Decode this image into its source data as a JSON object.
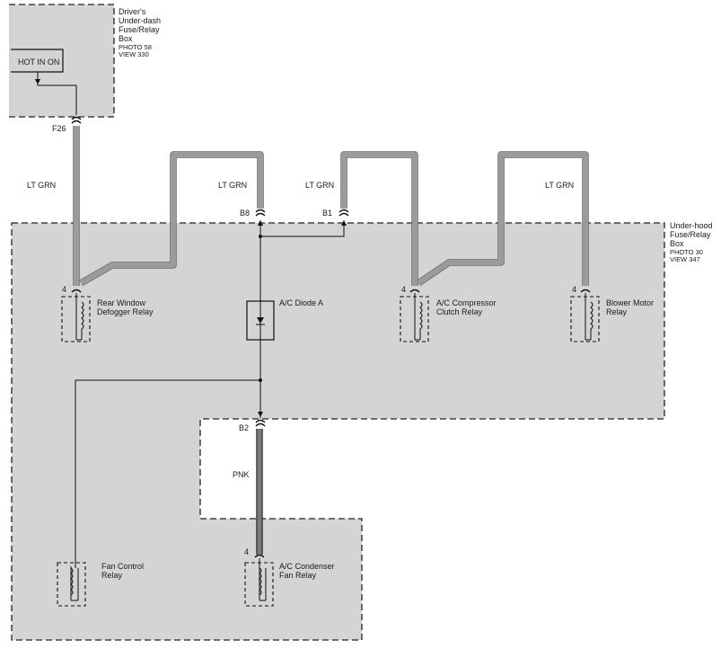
{
  "boxes": {
    "underdash": {
      "lines": [
        "Driver's",
        "Under-dash",
        "Fuse/Relay",
        "Box"
      ],
      "photo": "PHOTO 58",
      "view": "VIEW 330",
      "hot_label": "HOT IN ON"
    },
    "underhood": {
      "lines": [
        "Under-hood",
        "Fuse/Relay",
        "Box"
      ],
      "photo": "PHOTO 30",
      "view": "VIEW 347"
    }
  },
  "terminals": {
    "f26": "F26",
    "b8": "B8",
    "b1": "B1",
    "b2": "B2",
    "pin_rear": "4",
    "pin_ac_comp": "4",
    "pin_blower": "4",
    "pin_cond": "4"
  },
  "wires": {
    "w1": "LT GRN",
    "w2": "LT GRN",
    "w3": "LT GRN",
    "w4": "LT GRN",
    "pnk": "PNK"
  },
  "components": {
    "rear_window": [
      "Rear Window",
      "Defogger Relay"
    ],
    "diode": "A/C Diode A",
    "ac_compressor": [
      "A/C Compressor",
      "Clutch Relay"
    ],
    "blower": [
      "Blower Motor",
      "Relay"
    ],
    "fan_control": [
      "Fan Control",
      "Relay"
    ],
    "ac_condenser": [
      "A/C Condenser",
      "Fan Relay"
    ]
  }
}
